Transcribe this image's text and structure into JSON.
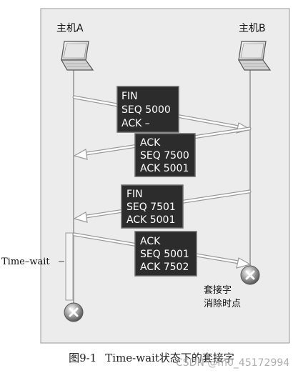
{
  "hosts": {
    "a": "主机A",
    "b": "主机B"
  },
  "messages": [
    {
      "lines": [
        "FIN",
        "SEQ 5000",
        "ACK  –"
      ],
      "direction": "A-to-B"
    },
    {
      "lines": [
        "ACK",
        "SEQ 7500",
        "ACK 5001"
      ],
      "direction": "B-to-A"
    },
    {
      "lines": [
        "FIN",
        "SEQ 7501",
        "ACK 5001"
      ],
      "direction": "B-to-A"
    },
    {
      "lines": [
        "ACK",
        "SEQ 5001",
        "ACK 7502"
      ],
      "direction": "A-to-B"
    }
  ],
  "labels": {
    "time_wait": "Time–wait",
    "socket_line1": "套接字",
    "socket_line2": "消除时点"
  },
  "caption": {
    "number": "图9-1",
    "text": "Time-wait状态下的套接字"
  },
  "watermark": "CSDN @m0_45172994",
  "colors": {
    "box_fill": "#2c2c2c",
    "box_text": "#ffffff",
    "panel_fill": "#ececec",
    "timeline": "#a8a8a8",
    "time_wait_bar": "#f4f4f4"
  },
  "icons": [
    "laptop-icon",
    "close-icon"
  ]
}
